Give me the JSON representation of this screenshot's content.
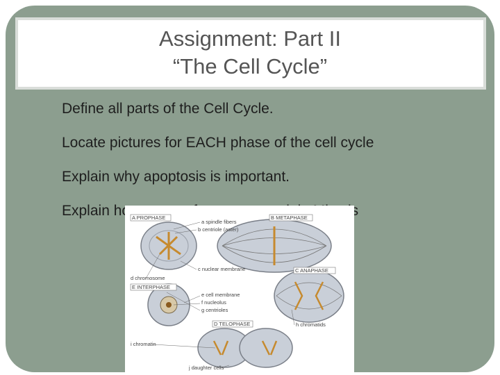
{
  "title": {
    "line1": "Assignment: Part II",
    "line2": "“The Cell Cycle”"
  },
  "bullets": [
    "Define all parts of the Cell Cycle.",
    "Locate pictures for EACH phase of the cell cycle",
    "Explain why apoptosis is important.",
    "Explain how tumors form as a result in Mitosis"
  ],
  "diagram": {
    "labels": {
      "prophase": "A  PROPHASE",
      "metaphase": "B  METAPHASE",
      "anaphase": "C  ANAPHASE",
      "interphase": "E  INTERPHASE",
      "telophase": "D  TELOPHASE",
      "spindle_fibers": "a  spindle fibers",
      "centriole": "b  centriole (aster)",
      "nuclear_membrane": "c  nuclear membrane",
      "chromosome": "d  chromosome",
      "cell_membrane": "e  cell membrane",
      "nucleolus": "f  nucleolus",
      "centrioles": "g  centrioles",
      "chromatids": "h  chromatids",
      "chromatin": "i  chromatin",
      "daughter_cells": "j  daughter cells"
    }
  },
  "colors": {
    "background": "#8c9e8f",
    "title_text": "#555555",
    "body_text": "#1e1e1e",
    "cell_fill": "#c9cfd8",
    "chromosome": "#c68a2e"
  }
}
